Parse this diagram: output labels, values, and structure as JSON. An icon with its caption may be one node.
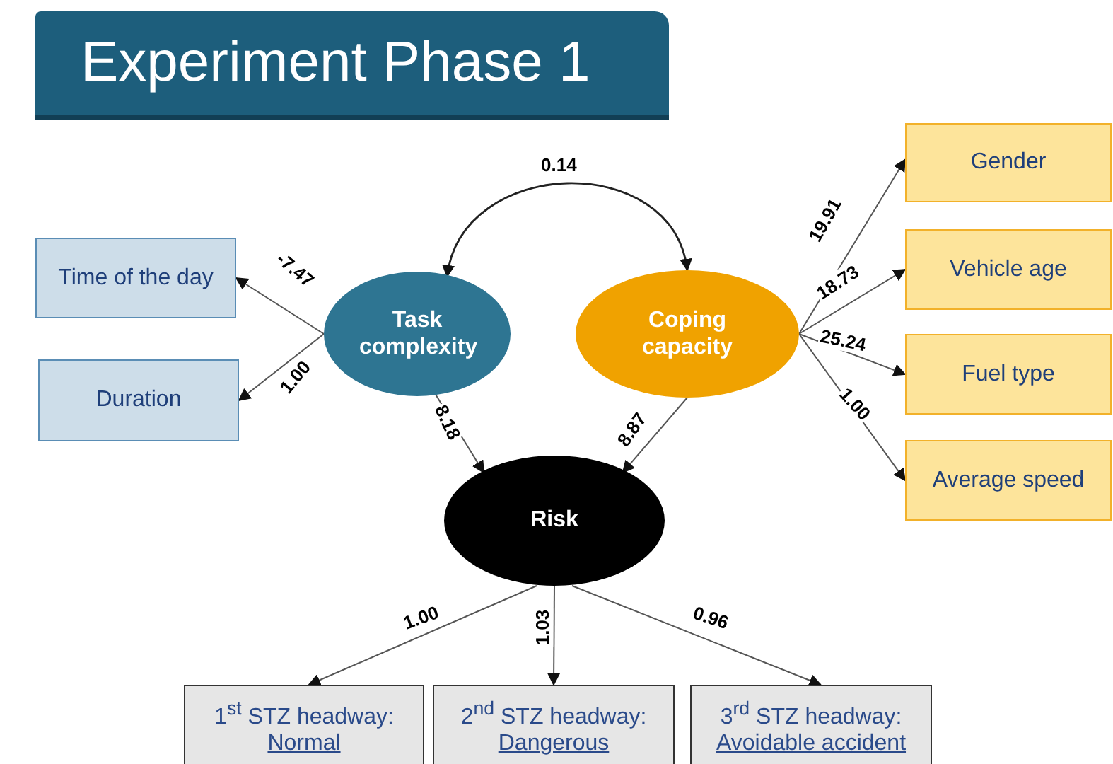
{
  "diagram": {
    "title": "Experiment Phase 1",
    "nodes": [
      {
        "text": [
          "Time of the day"
        ]
      },
      {
        "text": [
          "Duration"
        ]
      },
      {
        "text": [
          "Task complexity"
        ]
      },
      {
        "text": [
          "Coping capacity"
        ]
      },
      {
        "text": [
          "Gender"
        ]
      },
      {
        "text": [
          "Vehicle age"
        ]
      },
      {
        "text": [
          "Fuel type"
        ]
      },
      {
        "text": [
          "Average speed"
        ]
      },
      {
        "text": [
          "Risk"
        ]
      },
      {
        "text": [
          "1$^{st}$ STZ headway:",
          "Normal"
        ]
      },
      {
        "text": [
          "2$^{nd}$ STZ headway:",
          "Dangerous"
        ]
      },
      {
        "text": [
          "3$^{rd}$ STZ headway:",
          "Avoidable accident"
        ]
      }
    ],
    "edges": [
      {
        "from": 2,
        "to": 3,
        "arrow": "both",
        "label": "0.14"
      },
      {
        "from": 2,
        "to": 0,
        "arrow": "to",
        "label": "-7.47"
      },
      {
        "from": 2,
        "to": 1,
        "arrow": "to",
        "label": "1.00"
      },
      {
        "from": 3,
        "to": 4,
        "arrow": "to",
        "label": "19.91"
      },
      {
        "from": 3,
        "to": 5,
        "arrow": "to",
        "label": "18.73"
      },
      {
        "from": 3,
        "to": 6,
        "arrow": "to",
        "label": "25.24"
      },
      {
        "from": 3,
        "to": 7,
        "arrow": "to",
        "label": "1.00"
      },
      {
        "from": 2,
        "to": 8,
        "arrow": "to",
        "label": "8.18"
      },
      {
        "from": 3,
        "to": 8,
        "arrow": "to",
        "label": "8.87"
      },
      {
        "from": 8,
        "to": 9,
        "arrow": "to",
        "label": "1.00"
      },
      {
        "from": 8,
        "to": 10,
        "arrow": "to",
        "label": "1.03"
      },
      {
        "from": 8,
        "to": 11,
        "arrow": "to",
        "label": "0.96"
      }
    ]
  }
}
